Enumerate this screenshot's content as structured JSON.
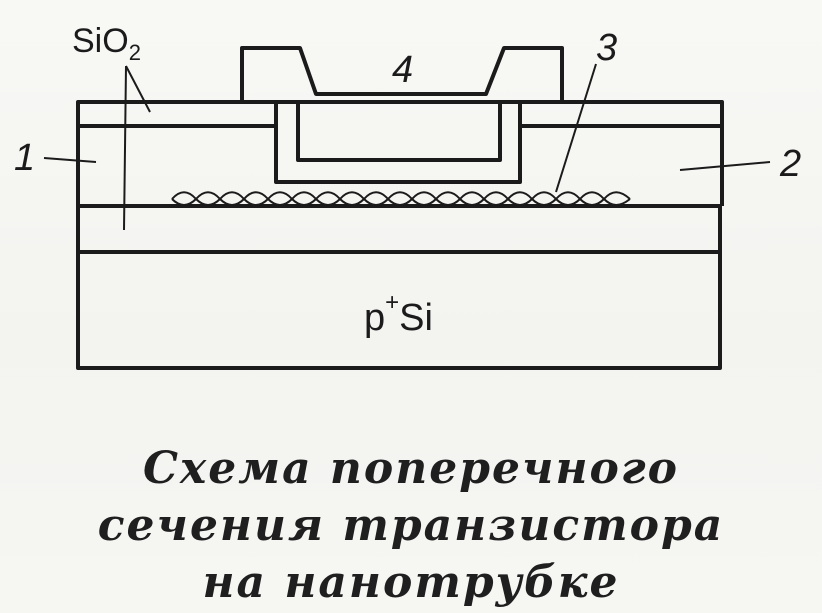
{
  "diagram": {
    "labels": {
      "oxide": "SiO",
      "oxide_subscript": "2",
      "substrate_p": "p",
      "substrate_plus": "+",
      "substrate_si": "Si",
      "callout_1": "1",
      "callout_2": "2",
      "callout_3": "3",
      "callout_4": "4"
    },
    "stroke_color": "#1b1b1b",
    "background_color": "#f6f6f3"
  },
  "caption": {
    "line1": "Схема поперечного",
    "line2": "сечения транзистора",
    "line3": "на нанотрубке"
  }
}
